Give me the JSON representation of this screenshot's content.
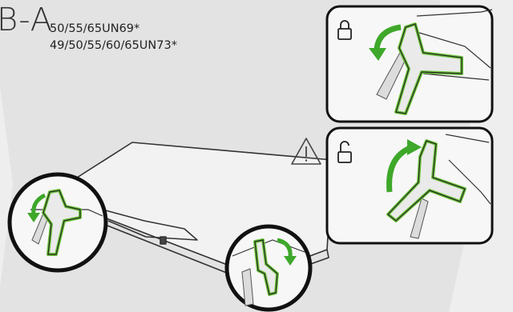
{
  "step": {
    "label": "B-A"
  },
  "models": [
    "50/55/65UN69*",
    "49/50/55/60/65UN73*"
  ],
  "panels": [
    {
      "lock_icon": "lock-closed-icon",
      "rotation_arrow": "counterclockwise"
    },
    {
      "lock_icon": "lock-open-icon",
      "rotation_arrow": "clockwise"
    }
  ],
  "icons": {
    "warning": "warning-triangle-icon"
  },
  "colors": {
    "background": "#e3e3e3",
    "chevron": "#eeeeee",
    "highlight_green": "#6cc43b",
    "arrow_green": "#3ea82a",
    "outline": "#111111",
    "line": "#333333"
  }
}
